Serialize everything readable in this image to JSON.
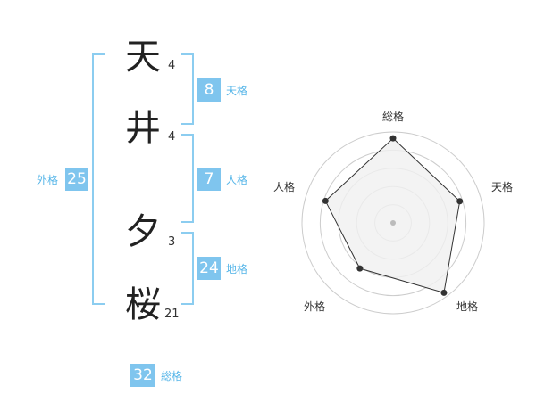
{
  "name": {
    "characters": [
      {
        "char": "天",
        "strokes": "4"
      },
      {
        "char": "井",
        "strokes": "4"
      },
      {
        "char": "夕",
        "strokes": "3"
      },
      {
        "char": "桜",
        "strokes": "21"
      }
    ]
  },
  "kaku": {
    "tenkaku": {
      "label": "天格",
      "value": "8"
    },
    "jinkaku": {
      "label": "人格",
      "value": "7"
    },
    "chikaku": {
      "label": "地格",
      "value": "24"
    },
    "gaikaku": {
      "label": "外格",
      "value": "25"
    },
    "soukaku": {
      "label": "総格",
      "value": "32"
    }
  },
  "radar": {
    "axes": [
      "総格",
      "天格",
      "地格",
      "外格",
      "人格"
    ],
    "levels": 5,
    "values": {
      "総格": 0.93,
      "天格": 0.77,
      "地格": 0.95,
      "外格": 0.62,
      "人格": 0.78
    },
    "colors": {
      "fill": "#f0f0f0",
      "line": "#333333",
      "grid": "#cccccc",
      "point": "#333333",
      "center": "#bbbbbb"
    }
  },
  "colors": {
    "badge": "#7fc5ee",
    "badge_label": "#55b5e8",
    "bracket": "#8ccdf0"
  }
}
